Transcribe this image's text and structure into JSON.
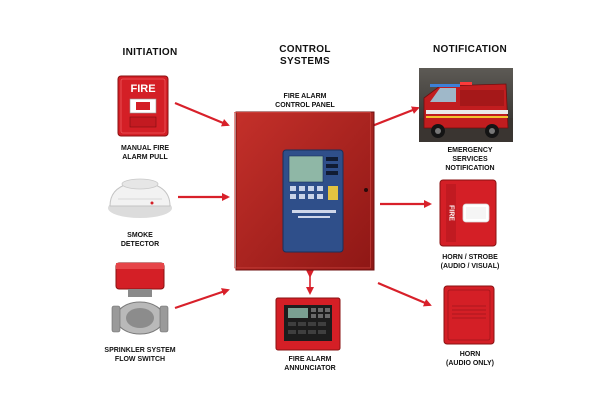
{
  "headers": {
    "initiation": "INITIATION",
    "control": "CONTROL\nSYSTEMS",
    "notification": "NOTIFICATION"
  },
  "captions": {
    "panel": "FIRE ALARM\nCONTROL PANEL",
    "pull": "MANUAL FIRE\nALARM PULL",
    "smoke": "SMOKE\nDETECTOR",
    "sprinkler": "SPRINKLER SYSTEM\nFLOW SWITCH",
    "annunciator": "FIRE ALARM\nANNUNCIATOR",
    "emergency": "EMERGENCY\nSERVICES\nNOTIFICATION",
    "strobe": "HORN / STROBE\n(AUDIO / VISUAL)",
    "horn": "HORN\n(AUDIO ONLY)"
  },
  "device_labels": {
    "pull_text": "FIRE",
    "strobe_text": "FIRE"
  },
  "colors": {
    "arrow": "#d8202a",
    "panel_red": "#b5211f",
    "panel_blue": "#2f4f8a",
    "device_red": "#d41f26"
  }
}
